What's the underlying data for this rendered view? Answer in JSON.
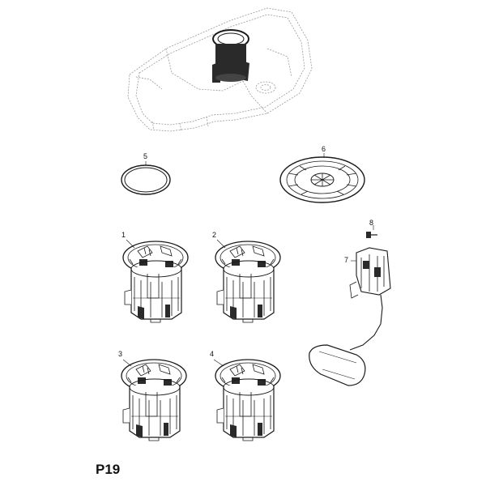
{
  "diagram": {
    "page_code": "P19",
    "callouts": [
      "1",
      "2",
      "3",
      "4",
      "5",
      "6",
      "7",
      "8"
    ]
  },
  "colors": {
    "line": "#1a1a1a",
    "ghost_line": "#9a9a9a",
    "fill_dark": "#2a2a2a",
    "fill_light": "#ffffff"
  }
}
